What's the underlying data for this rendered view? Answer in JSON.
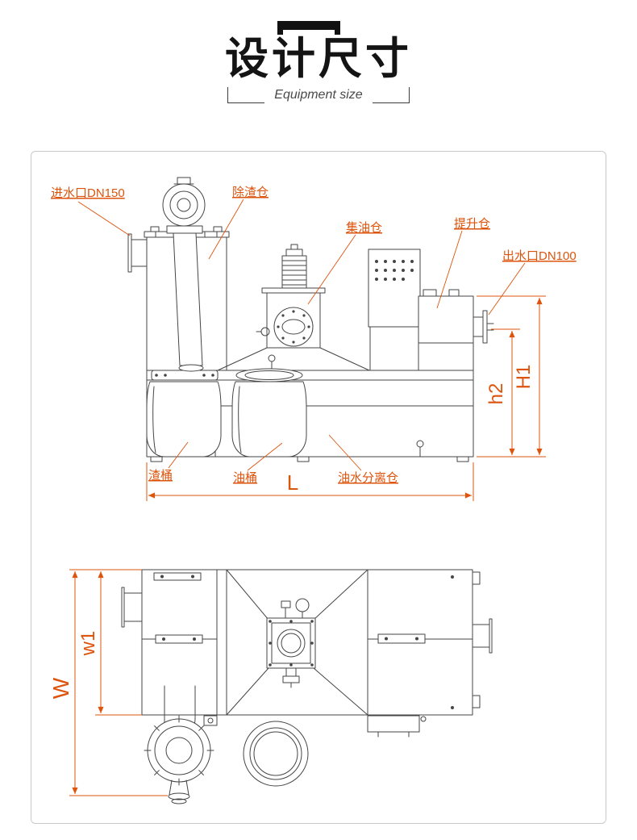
{
  "header": {
    "title": "设计尺寸",
    "subtitle": "Equipment size"
  },
  "elevation": {
    "labels": {
      "inlet": "进水口DN150",
      "slag_chamber": "除渣仓",
      "oil_chamber": "集油仓",
      "lift_chamber": "提升仓",
      "outlet": "出水口DN100",
      "slag_bucket": "渣桶",
      "oil_bucket": "油桶",
      "separation_chamber": "油水分离仓"
    },
    "dims": {
      "h2": "h2",
      "H1": "H1",
      "L": "L"
    }
  },
  "plan": {
    "dims": {
      "W": "W",
      "w1": "w1"
    }
  },
  "colors": {
    "label_orange": "#dd540c",
    "line_gray": "#454545"
  }
}
